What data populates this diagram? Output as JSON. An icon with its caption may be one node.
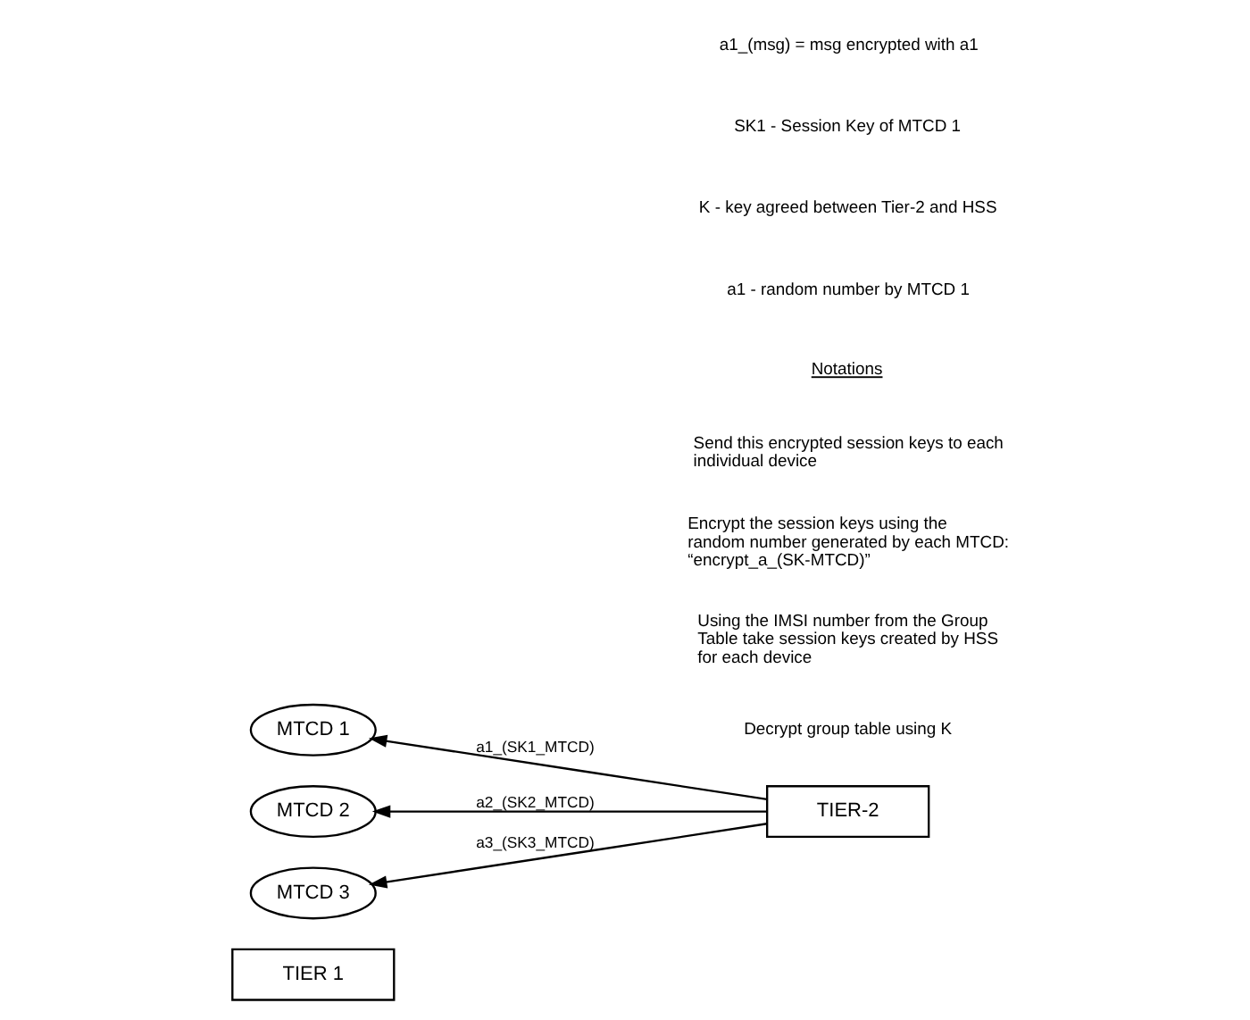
{
  "diagram": {
    "nodes": [
      {
        "text": [
          "TIER 1"
        ]
      },
      {
        "text": [
          "TIER-2"
        ]
      },
      {
        "text": [
          "MTCD 1"
        ]
      },
      {
        "text": [
          "MTCD 2"
        ]
      },
      {
        "text": [
          "MTCD 3"
        ]
      }
    ],
    "edges": [
      {
        "from": 1,
        "to": 2,
        "arrow": "to",
        "label": "a1_(SK1_MTCD)"
      },
      {
        "from": 1,
        "to": 3,
        "arrow": "to",
        "label": "a2_(SK2_MTCD)"
      },
      {
        "from": 1,
        "to": 4,
        "arrow": "to",
        "label": "a3_(SK3_MTCD)"
      }
    ],
    "labels": [
      "Decrypt group table using K",
      "Using the IMSI number from the Group Table take session keys created by HSS for each device",
      "Encrypt the session keys using the random number generated by each MTCD: “encrypt_a_(SK-MTCD)”",
      "Send this encrypted session keys to each individual device",
      "Notations",
      "a1 - random number by MTCD 1",
      "K - key agreed between Tier-2 and HSS",
      "SK1 - Session Key of MTCD 1",
      "a1_(msg) = msg encrypted with a1"
    ]
  }
}
